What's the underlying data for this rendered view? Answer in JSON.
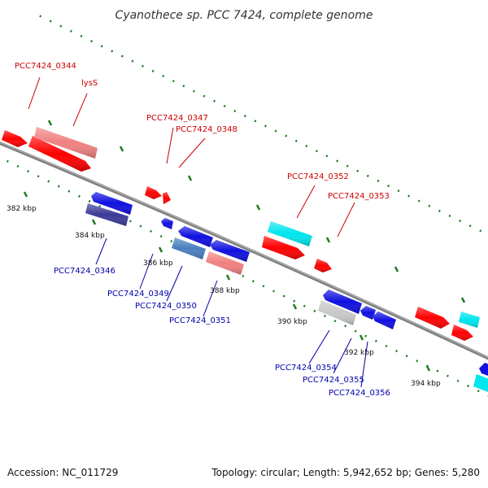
{
  "title": "Cyanothece sp. PCC 7424, complete genome",
  "footer": {
    "accession": "Accession: NC_011729",
    "summary": "Topology: circular; Length: 5,942,652 bp; Genes: 5,280"
  },
  "scale_labels": [
    "382 kbp",
    "384 kbp",
    "386 kbp",
    "388 kbp",
    "390 kbp",
    "392 kbp",
    "394 kbp"
  ],
  "colors": {
    "red": "#ff0000",
    "pink": "#f08080",
    "blue": "#1010e0",
    "navy": "#3b3b99",
    "steel": "#4a7fbf",
    "cyan": "#00e5ee",
    "grey": "#c8c8c8",
    "backbone": "#808080",
    "tick": "#1a7a1a",
    "label_top": "#cc0000",
    "label_bottom": "#0000aa"
  },
  "gene_labels": {
    "g0344": "PCC7424_0344",
    "lysS": "lysS",
    "g0347": "PCC7424_0347",
    "g0348": "PCC7424_0348",
    "g0352": "PCC7424_0352",
    "g0353": "PCC7424_0353",
    "g0346": "PCC7424_0346",
    "g0349": "PCC7424_0349",
    "g0350": "PCC7424_0350",
    "g0351": "PCC7424_0351",
    "g0354": "PCC7424_0354",
    "g0355": "PCC7424_0355",
    "g0356": "PCC7424_0356"
  }
}
